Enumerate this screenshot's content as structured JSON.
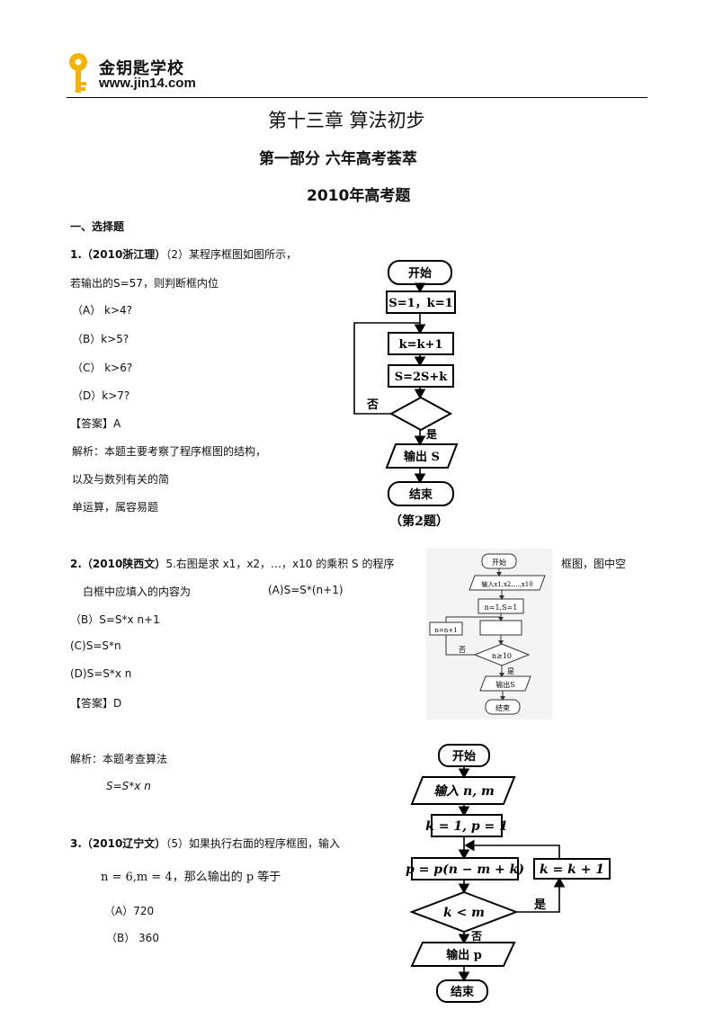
{
  "header": {
    "logo_text": "金钥匙学校",
    "logo_url": "www.jin14.com"
  },
  "titles": {
    "chapter": "第十三章 算法初步",
    "part": "第一部分  六年高考荟萃",
    "year": "2010年高考题"
  },
  "section1": {
    "heading": "一、选择题"
  },
  "q1": {
    "label": "1.（2010浙江理）",
    "stem_a": "（2）某程序框图如图所示，",
    "stem_b": "若输出的S=57，则判断框内位",
    "opt_a": "（A）  k>4?",
    "opt_b": "（B）k>5?",
    "opt_c": "（C）  k>6?",
    "opt_d": "（D）k>7?",
    "answer": "【答案】A",
    "analysis_1": "解析：本题主要考察了程序框图的结构，",
    "analysis_2": "以及与数列有关的简",
    "analysis_3": "单运算，属容易题"
  },
  "fig1": {
    "start": "开始",
    "init": "S=1，k=1",
    "step1": "k=k+1",
    "step2": "S=2S+k",
    "no": "否",
    "yes": "是",
    "output": "输出 S",
    "end": "结束",
    "caption": "（第2题）"
  },
  "q2": {
    "label": "2.（2010陕西文）",
    "stem_a": "5.右图是求 x1，x2，…，x10 的乘积 S 的程序",
    "stem_right": "框图，图中空",
    "stem_b": "白框中应填入的内容为",
    "opt_a": "(A)S=S*(n+1)",
    "opt_b": "（B）S=S*x n+1",
    "opt_c": "(C)S=S*n",
    "opt_d": "(D)S=S*x n",
    "answer": "【答案】D",
    "analysis": "解析：本题考查算法",
    "analysis_formula": "S=S*x n"
  },
  "fig2": {
    "start": "开始",
    "input": "输入x1,x2,…,x10",
    "init": "n=1,S=1",
    "assign": "n=n+1",
    "no": "否",
    "cond": "n≥10",
    "yes": "是",
    "output": "输出S",
    "end": "结束"
  },
  "q3": {
    "label": "3.（2010辽宁文）",
    "stem_a": "（5）如果执行右面的程序框图，输入",
    "stem_b": "n = 6,m = 4，那么输出的 p 等于",
    "opt_a": "（A）720",
    "opt_b": "（B）  360"
  },
  "fig3": {
    "start": "开始",
    "input": "输入  n, m",
    "init": "k = 1, p = 1",
    "calc": "p = p(n − m + k)",
    "inc": "k = k + 1",
    "cond": "k < m",
    "yes": "是",
    "no": "否",
    "output": "输出 p",
    "end": "结束"
  }
}
